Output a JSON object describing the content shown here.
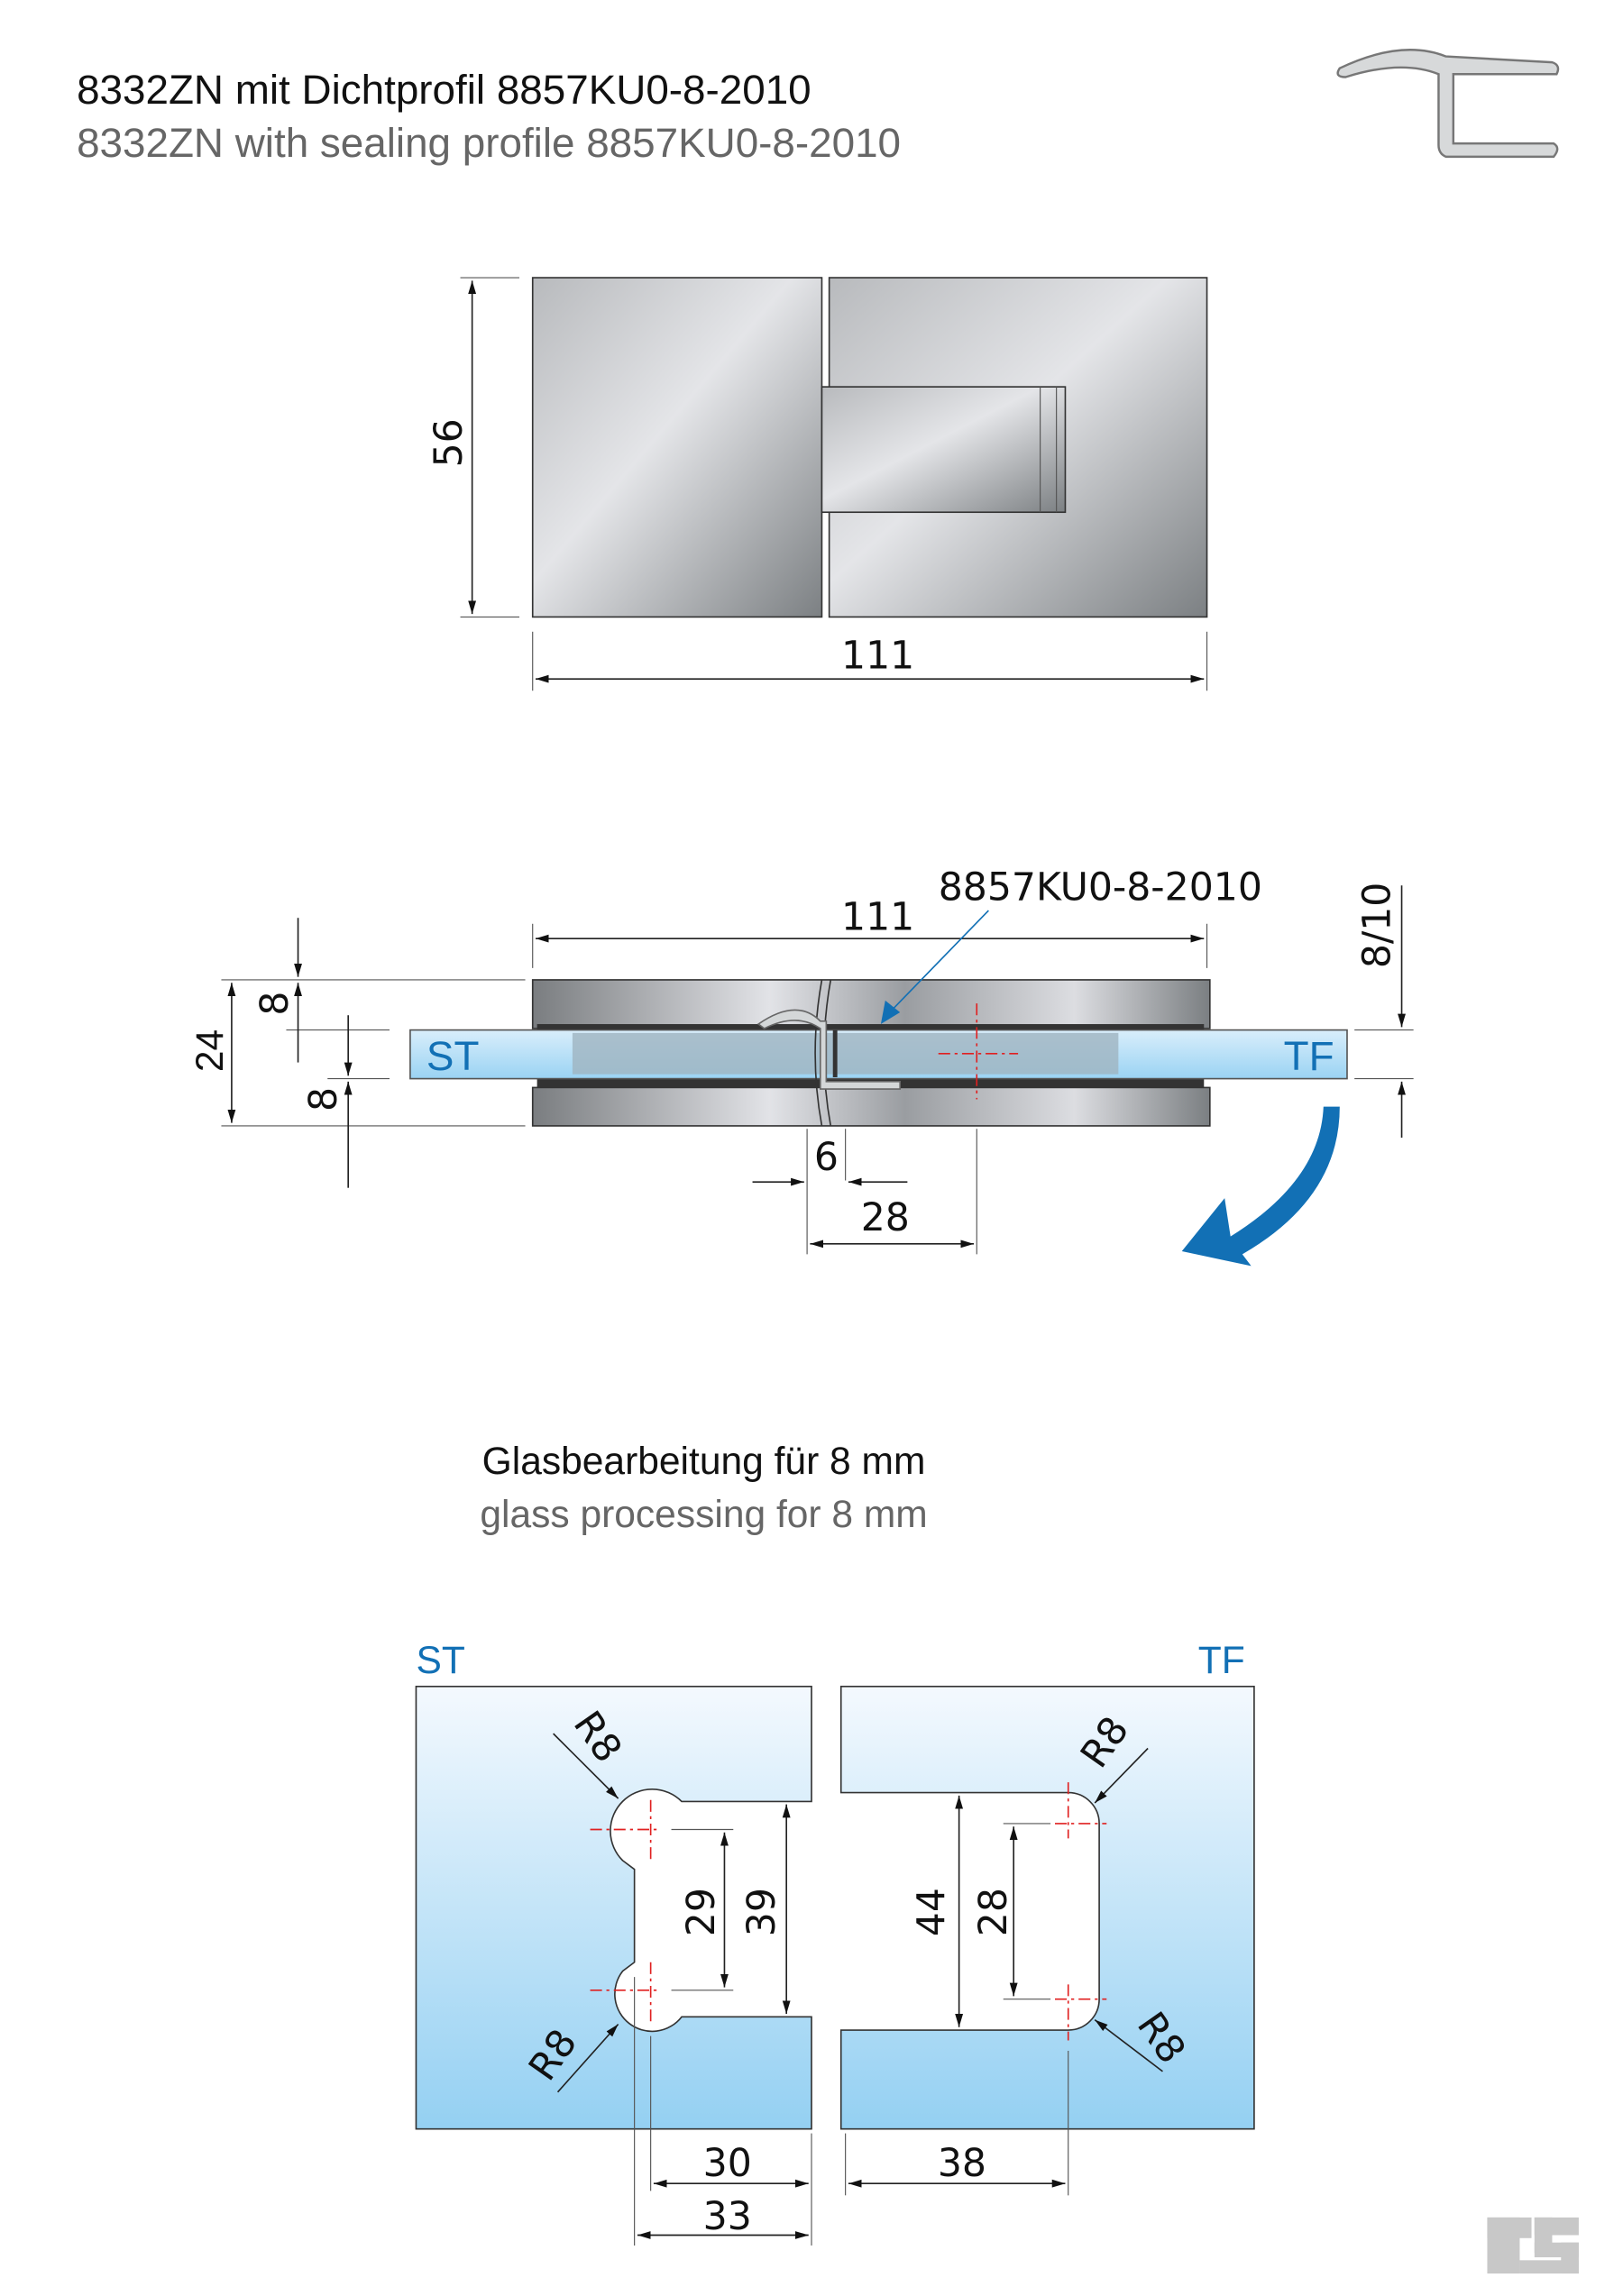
{
  "header": {
    "title_de": "8332ZN mit Dichtprofil 8857KU0-8-2010",
    "title_en": "8332ZN with sealing profile 8857KU0-8-2010"
  },
  "top_view": {
    "height_dim": "56",
    "width_dim": "111"
  },
  "section_view": {
    "width_dim": "111",
    "profile_label": "8857KU0-8-2010",
    "glass_thickness_dim": "8/10",
    "total_height_dim": "24",
    "top_plate_dim": "8",
    "glass_dim": "8",
    "gap_dim": "6",
    "axis_dim": "28",
    "left_label": "ST",
    "right_label": "TF"
  },
  "glass_processing": {
    "title_de": "Glasbearbeitung für 8 mm",
    "title_en": "glass processing for 8 mm",
    "left_label": "ST",
    "right_label": "TF",
    "radius_label": "R8",
    "st_dims": {
      "inner": "29",
      "outer": "39",
      "depth_small": "30",
      "depth_large": "33"
    },
    "tf_dims": {
      "outer": "44",
      "inner": "28",
      "depth": "38"
    }
  },
  "colors": {
    "accent": "#1270b5",
    "glass_top": "#f4f9fe",
    "glass_bottom": "#94d0f2"
  }
}
